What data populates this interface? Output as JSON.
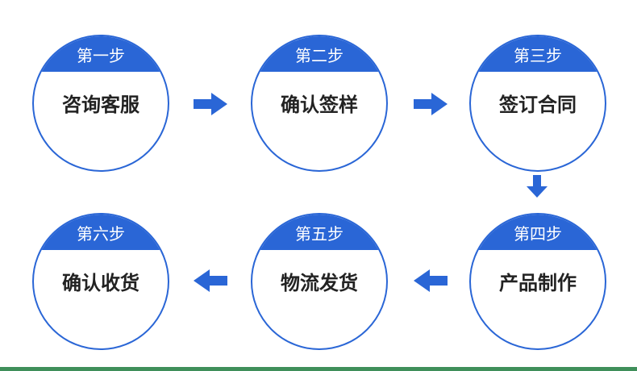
{
  "colors": {
    "accent": "#2a66d6",
    "arrow": "#2a66d6",
    "text": "#222222",
    "footer": "#3f8f5a"
  },
  "steps": [
    {
      "title": "第一步",
      "label": "咨询客服"
    },
    {
      "title": "第二步",
      "label": "确认签样"
    },
    {
      "title": "第三步",
      "label": "签订合同"
    },
    {
      "title": "第四步",
      "label": "产品制作"
    },
    {
      "title": "第五步",
      "label": "物流发货"
    },
    {
      "title": "第六步",
      "label": "确认收货"
    }
  ],
  "arrows": [
    "right-arrow-icon",
    "right-arrow-icon",
    "down-arrow-icon",
    "left-arrow-icon",
    "left-arrow-icon"
  ]
}
